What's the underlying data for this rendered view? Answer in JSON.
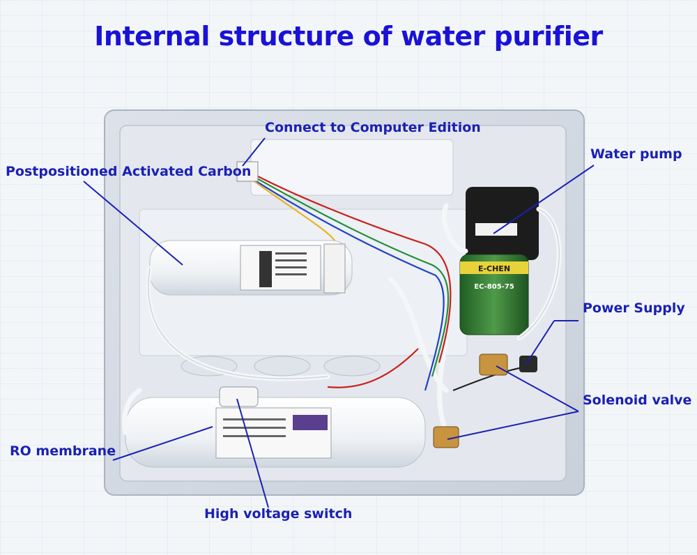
{
  "title": "Internal structure of water purifier",
  "labels": {
    "connect_computer": "Connect to Computer Edition",
    "postpositioned_carbon": "Postpositioned Activated Carbon",
    "water_pump": "Water pump",
    "power_supply": "Power Supply",
    "solenoid_valve": "Solenoid valve",
    "ro_membrane": "RO membrane",
    "high_voltage_switch": "High voltage switch"
  },
  "component_text": {
    "pump_brand": "E-CHEN",
    "pump_model": "EC-805-75"
  },
  "colors": {
    "label_blue": "#1a20b4",
    "title_blue": "#1a12d6",
    "pump_green": "#2f7a32",
    "wire_red": "#c8201c"
  }
}
